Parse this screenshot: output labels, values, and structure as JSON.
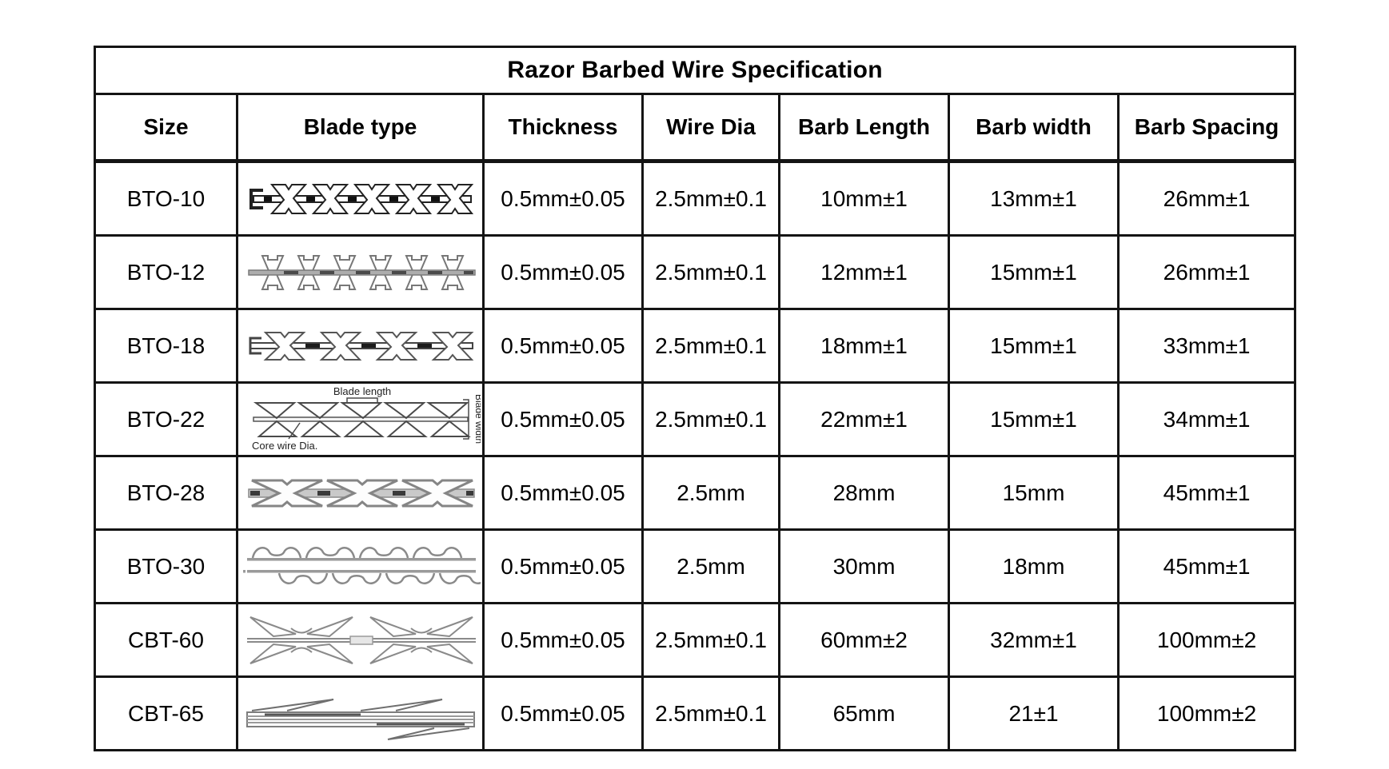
{
  "table": {
    "title": "Razor Barbed Wire Specification",
    "columns": [
      "Size",
      "Blade type",
      "Thickness",
      "Wire Dia",
      "Barb Length",
      "Barb width",
      "Barb Spacing"
    ],
    "diagram_labels": {
      "blade_length": "Blade length",
      "core_wire_dia": "Core wire Dia.",
      "blade_width": "Blade width"
    },
    "rows": [
      {
        "size": "BTO-10",
        "blade_icon": "bto-10-barbed-wire-profile",
        "thickness": "0.5mm±0.05",
        "wire_dia": "2.5mm±0.1",
        "barb_length": "10mm±1",
        "barb_width": "13mm±1",
        "barb_spacing": "26mm±1"
      },
      {
        "size": "BTO-12",
        "blade_icon": "bto-12-barbed-wire-profile",
        "thickness": "0.5mm±0.05",
        "wire_dia": "2.5mm±0.1",
        "barb_length": "12mm±1",
        "barb_width": "15mm±1",
        "barb_spacing": "26mm±1"
      },
      {
        "size": "BTO-18",
        "blade_icon": "bto-18-barbed-wire-profile",
        "thickness": "0.5mm±0.05",
        "wire_dia": "2.5mm±0.1",
        "barb_length": "18mm±1",
        "barb_width": "15mm±1",
        "barb_spacing": "33mm±1"
      },
      {
        "size": "BTO-22",
        "blade_icon": "bto-22-barbed-wire-profile-annotated",
        "thickness": "0.5mm±0.05",
        "wire_dia": "2.5mm±0.1",
        "barb_length": "22mm±1",
        "barb_width": "15mm±1",
        "barb_spacing": "34mm±1"
      },
      {
        "size": "BTO-28",
        "blade_icon": "bto-28-barbed-wire-profile",
        "thickness": "0.5mm±0.05",
        "wire_dia": "2.5mm",
        "barb_length": "28mm",
        "barb_width": "15mm",
        "barb_spacing": "45mm±1"
      },
      {
        "size": "BTO-30",
        "blade_icon": "bto-30-barbed-wire-profile",
        "thickness": "0.5mm±0.05",
        "wire_dia": "2.5mm",
        "barb_length": "30mm",
        "barb_width": "18mm",
        "barb_spacing": "45mm±1"
      },
      {
        "size": "CBT-60",
        "blade_icon": "cbt-60-concertina-blade-profile",
        "thickness": "0.5mm±0.05",
        "wire_dia": "2.5mm±0.1",
        "barb_length": "60mm±2",
        "barb_width": "32mm±1",
        "barb_spacing": "100mm±2"
      },
      {
        "size": "CBT-65",
        "blade_icon": "cbt-65-concertina-blade-profile",
        "thickness": "0.5mm±0.05",
        "wire_dia": "2.5mm±0.1",
        "barb_length": "65mm",
        "barb_width": "21±1",
        "barb_spacing": "100mm±2"
      }
    ]
  }
}
